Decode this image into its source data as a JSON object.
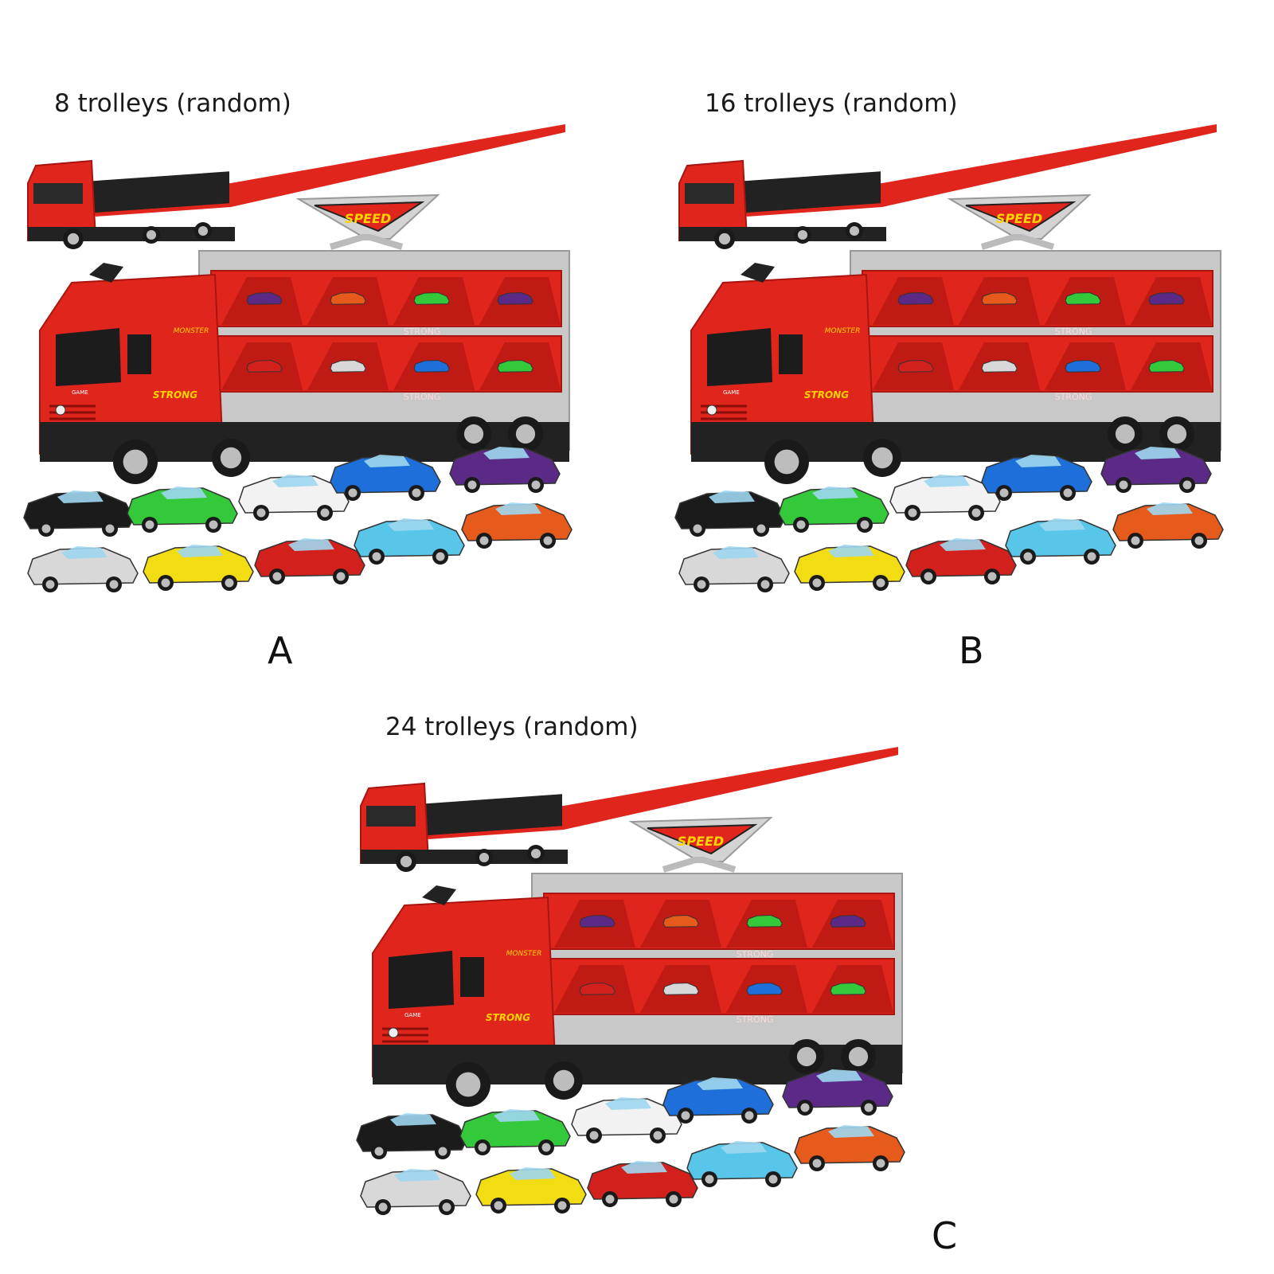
{
  "variants": [
    {
      "caption": "8 trolleys (random)",
      "letter": "A"
    },
    {
      "caption": "16 trolleys (random)",
      "letter": "B"
    },
    {
      "caption": "24 trolleys (random)",
      "letter": "C"
    }
  ],
  "product": {
    "sign_text": "SPEED",
    "deck_text": "STRONG",
    "cab_text": "STRONG",
    "top_text": "MONSTER",
    "cab_logo_text": "GAME"
  },
  "colors": {
    "truck_red": "#e0251c",
    "dark_red": "#a81510",
    "chassis_black": "#222222",
    "frame_grey": "#c8c8c8",
    "car_colors": [
      "#1b1b1b",
      "#34c93a",
      "#f2f2f2",
      "#1e6fd9",
      "#5b2a86",
      "#d8d8d8",
      "#f2dc12",
      "#d2201c",
      "#58c6e8",
      "#e65a1c"
    ]
  }
}
